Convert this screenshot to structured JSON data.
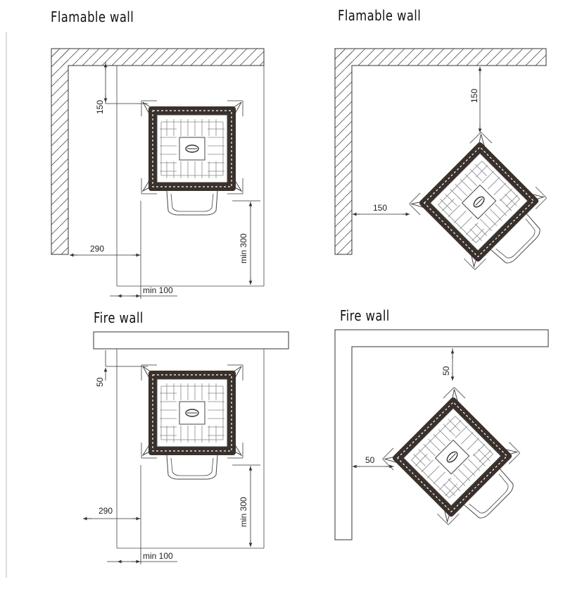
{
  "panels": {
    "flamable_left": {
      "title": "Flamable wall",
      "dims": {
        "top": "150",
        "side": "290",
        "front": "min 300",
        "gap": "min 100"
      }
    },
    "flamable_right": {
      "title": "Flamable wall",
      "dims": {
        "top": "150",
        "side": "150"
      }
    },
    "fire_left": {
      "title": "Fire wall",
      "dims": {
        "top": "50",
        "side": "290",
        "front": "min 300",
        "gap": "min 100"
      }
    },
    "fire_right": {
      "title": "Fire wall",
      "dims": {
        "top": "50",
        "side": "50"
      }
    }
  },
  "colors": {
    "line": "#333333",
    "hatch": "#555555",
    "stove_dark": "#3a302c"
  }
}
